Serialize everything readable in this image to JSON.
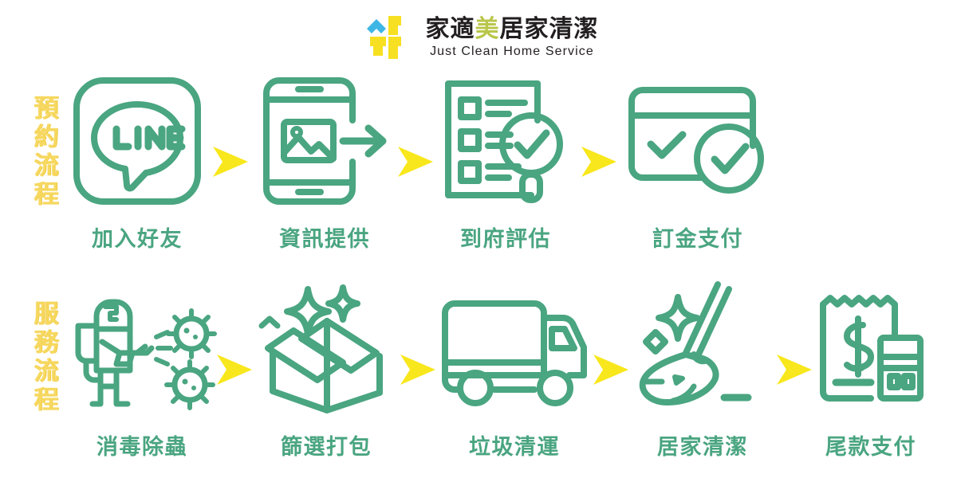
{
  "brand": {
    "name_cn_prefix": "家適",
    "name_cn_highlight": "美",
    "name_cn_suffix": "居家清潔",
    "name_en": "Just Clean Home Service",
    "logo_icon": "house-cross-logo-icon",
    "colors": {
      "logo_yellow": "#f7e021",
      "logo_blue": "#3eb6e5",
      "highlight_green": "#b9c64a",
      "text_dark": "#231f20"
    }
  },
  "theme": {
    "icon_green": "#4aa581",
    "label_green": "#4aa581",
    "arrow_yellow": "#f8e71c",
    "row_label_yellow": "#f6d860",
    "background": "#ffffff"
  },
  "rows": [
    {
      "id": "booking-process",
      "label": "預約流程",
      "steps": [
        {
          "id": "add-friend",
          "label": "加入好友",
          "icon": "line-app-icon"
        },
        {
          "id": "provide-info",
          "label": "資訊提供",
          "icon": "phone-photo-send-icon"
        },
        {
          "id": "onsite-estimate",
          "label": "到府評估",
          "icon": "checklist-magnifier-icon"
        },
        {
          "id": "deposit-payment",
          "label": "訂金支付",
          "icon": "credit-card-check-icon"
        }
      ]
    },
    {
      "id": "service-process",
      "label": "服務流程",
      "steps": [
        {
          "id": "disinfection",
          "label": "消毒除蟲",
          "icon": "hazmat-sprayer-virus-icon"
        },
        {
          "id": "sort-and-pack",
          "label": "篩選打包",
          "icon": "open-box-sparkle-icon"
        },
        {
          "id": "waste-removal",
          "label": "垃圾清運",
          "icon": "box-truck-icon"
        },
        {
          "id": "home-cleaning",
          "label": "居家清潔",
          "icon": "broom-sparkle-icon"
        },
        {
          "id": "final-payment",
          "label": "尾款支付",
          "icon": "receipt-calculator-icon"
        }
      ]
    }
  ],
  "arrows": {
    "icon": "chevron-arrow-right-icon",
    "row1_count": 3,
    "row2_count": 4
  }
}
